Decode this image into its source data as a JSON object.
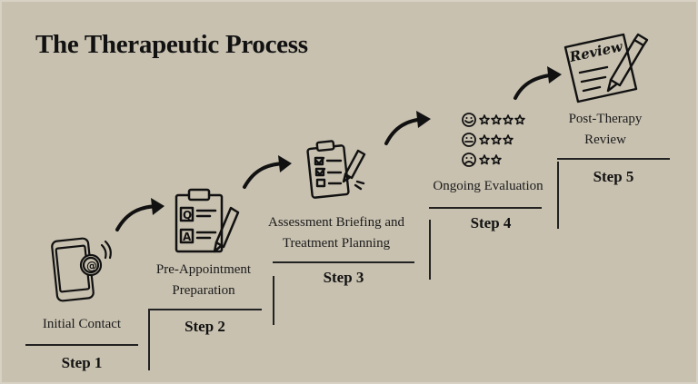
{
  "title": "The Therapeutic Process",
  "steps": [
    {
      "number": "Step 1",
      "label": "Initial Contact",
      "icon": "phone-email-icon"
    },
    {
      "number": "Step 2",
      "label": "Pre-Appointment Preparation",
      "icon": "questionnaire-clipboard-icon"
    },
    {
      "number": "Step 3",
      "label": "Assessment Briefing and Treatment Planning",
      "icon": "checklist-clipboard-icon"
    },
    {
      "number": "Step 4",
      "label": "Ongoing Evaluation",
      "icon": "rating-stars-icon"
    },
    {
      "number": "Step 5",
      "label": "Post-Therapy Review",
      "icon": "review-document-icon"
    }
  ],
  "icons": {
    "questionnaire_letters": [
      "Q",
      "A"
    ],
    "review_word": "Review"
  },
  "colors": {
    "background": "#c8c1b0",
    "ink": "#111111"
  }
}
